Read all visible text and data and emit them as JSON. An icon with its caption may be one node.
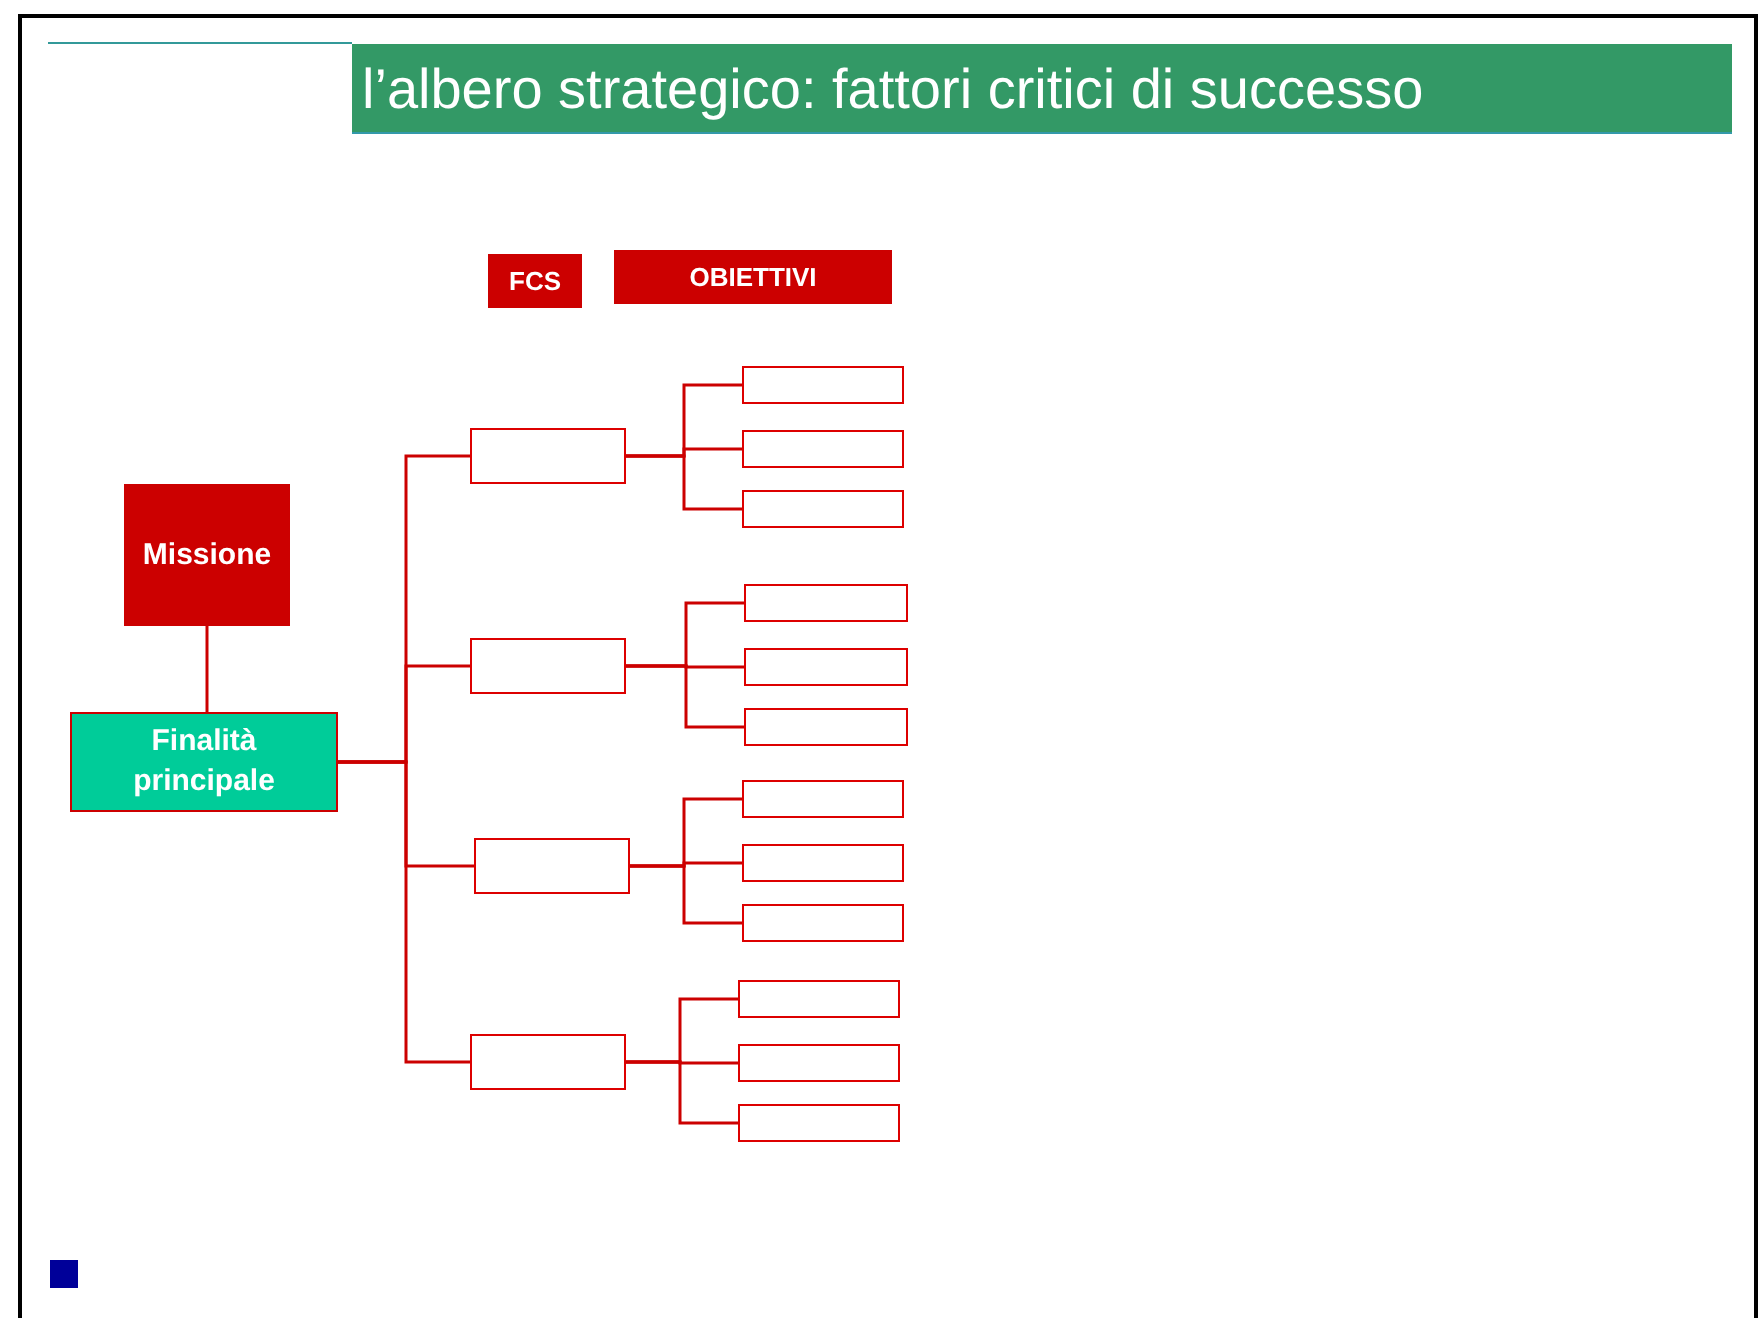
{
  "diagram": {
    "title": "l’albero strategico: fattori critici di successo",
    "nodes": [
      {
        "text": [
          "FCS"
        ]
      },
      {
        "text": [
          "OBIETTIVI"
        ]
      },
      {
        "text": [
          "Missione"
        ]
      },
      {
        "text": [
          "Finalità principale"
        ]
      },
      {
        "text": [],
        "shape": "box"
      },
      {
        "text": [],
        "shape": "box"
      },
      {
        "text": [],
        "shape": "box"
      },
      {
        "text": [],
        "shape": "box"
      },
      {
        "text": [],
        "shape": "box"
      },
      {
        "text": [],
        "shape": "box"
      },
      {
        "text": [],
        "shape": "box"
      },
      {
        "text": [],
        "shape": "box"
      },
      {
        "text": [],
        "shape": "box"
      },
      {
        "text": [],
        "shape": "box"
      },
      {
        "text": [],
        "shape": "box"
      },
      {
        "text": [],
        "shape": "box"
      },
      {
        "text": [],
        "shape": "box"
      },
      {
        "text": [],
        "shape": "box"
      },
      {
        "text": [],
        "shape": "box"
      },
      {
        "text": [],
        "shape": "box"
      }
    ],
    "edges": [
      {
        "from": 2,
        "to": 3,
        "arrow": "none"
      },
      {
        "from": 3,
        "to": 4,
        "arrow": "none"
      },
      {
        "from": 3,
        "to": 5,
        "arrow": "none"
      },
      {
        "from": 3,
        "to": 6,
        "arrow": "none"
      },
      {
        "from": 3,
        "to": 7,
        "arrow": "none"
      },
      {
        "from": 4,
        "to": 8,
        "arrow": "none"
      },
      {
        "from": 4,
        "to": 9,
        "arrow": "none"
      },
      {
        "from": 4,
        "to": 10,
        "arrow": "none"
      },
      {
        "from": 5,
        "to": 11,
        "arrow": "none"
      },
      {
        "from": 5,
        "to": 12,
        "arrow": "none"
      },
      {
        "from": 5,
        "to": 13,
        "arrow": "none"
      },
      {
        "from": 6,
        "to": 14,
        "arrow": "none"
      },
      {
        "from": 6,
        "to": 15,
        "arrow": "none"
      },
      {
        "from": 6,
        "to": 16,
        "arrow": "none"
      },
      {
        "from": 7,
        "to": 17,
        "arrow": "none"
      },
      {
        "from": 7,
        "to": 18,
        "arrow": "none"
      },
      {
        "from": 7,
        "to": 19,
        "arrow": "none"
      }
    ]
  }
}
